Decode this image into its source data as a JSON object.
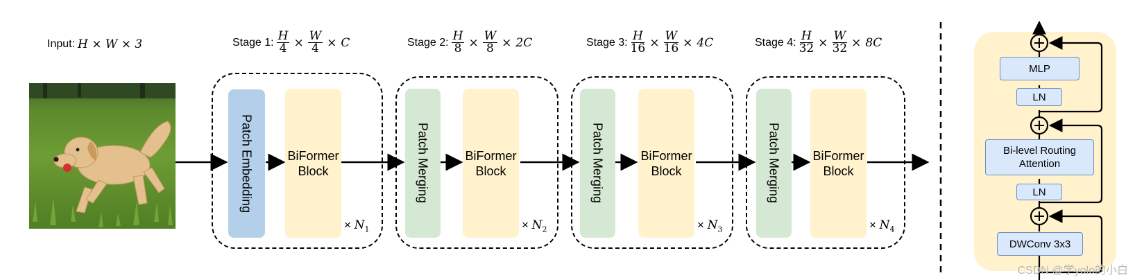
{
  "input_label": {
    "prefix": "Input:",
    "expr": "H × W × 3"
  },
  "stages": [
    {
      "prefix": "Stage 1:",
      "h_den": "4",
      "w_den": "4",
      "chan": "C",
      "first_block": "Patch Embedding",
      "block": "BiFormer Block",
      "repeat": "N",
      "repeat_sub": "1"
    },
    {
      "prefix": "Stage 2:",
      "h_den": "8",
      "w_den": "8",
      "chan": "2C",
      "first_block": "Patch Merging",
      "block": "BiFormer Block",
      "repeat": "N",
      "repeat_sub": "2"
    },
    {
      "prefix": "Stage 3:",
      "h_den": "16",
      "w_den": "16",
      "chan": "4C",
      "first_block": "Patch Merging",
      "block": "BiFormer Block",
      "repeat": "N",
      "repeat_sub": "3"
    },
    {
      "prefix": "Stage 4:",
      "h_den": "32",
      "w_den": "32",
      "chan": "8C",
      "first_block": "Patch Merging",
      "block": "BiFormer Block",
      "repeat": "N",
      "repeat_sub": "4"
    }
  ],
  "frac_num": {
    "h": "H",
    "w": "W"
  },
  "times": "×",
  "block_detail": {
    "mlp": "MLP",
    "ln_top": "LN",
    "attention": "Bi-level Routing Attention",
    "ln_bottom": "LN",
    "dwconv": "DWConv 3x3",
    "plus": "+"
  },
  "watermark": "CSDN @学yolo的小白",
  "colors": {
    "patch_embedding": "#b3cfe9",
    "patch_merging": "#d5e8d4",
    "biformer_block": "#fff2cc",
    "detail_panel": "#fff2cc",
    "detail_box": "#dae8fc"
  }
}
